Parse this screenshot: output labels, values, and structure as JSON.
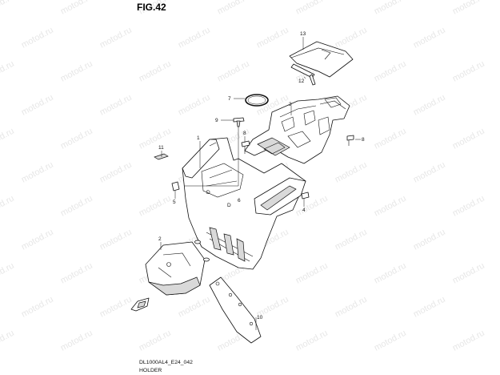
{
  "figure_title": "FIG.42",
  "watermark_text": "motod.ru",
  "callouts": [
    {
      "id": "1",
      "text": "1"
    },
    {
      "id": "2",
      "text": "2"
    },
    {
      "id": "3",
      "text": "3"
    },
    {
      "id": "4",
      "text": "4"
    },
    {
      "id": "5",
      "text": "5"
    },
    {
      "id": "6",
      "text": "6"
    },
    {
      "id": "7",
      "text": "7"
    },
    {
      "id": "8a",
      "text": "8"
    },
    {
      "id": "8b",
      "text": "8"
    },
    {
      "id": "9",
      "text": "9"
    },
    {
      "id": "10",
      "text": "10"
    },
    {
      "id": "11",
      "text": "11"
    },
    {
      "id": "12",
      "text": "12"
    },
    {
      "id": "13",
      "text": "13"
    }
  ],
  "direction_letters": [
    {
      "id": "d1",
      "text": "D"
    },
    {
      "id": "d2",
      "text": "D"
    }
  ],
  "footer": {
    "code": "DL1000AL4_E24_042",
    "name": "HOLDER"
  }
}
